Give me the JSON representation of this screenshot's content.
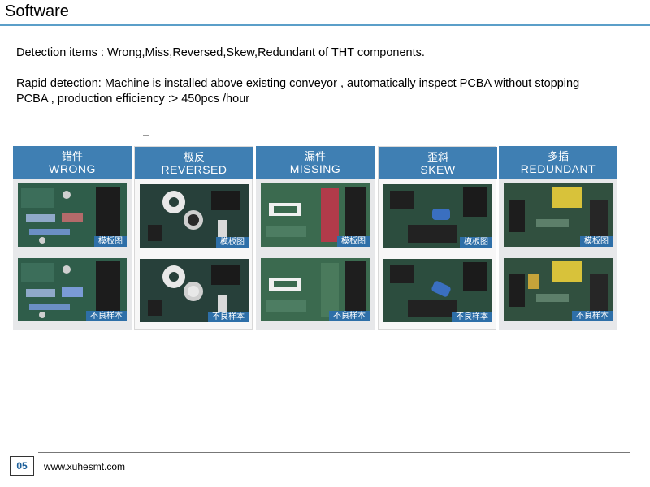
{
  "page": {
    "title": "Software"
  },
  "content": {
    "line1": "Detection items : Wrong,Miss,Reversed,Skew,Redundant of THT components.",
    "line2": "Rapid detection: Machine is installed above existing conveyor , automatically inspect PCBA without stopping PCBA , production efficiency :> 450pcs /hour"
  },
  "samples": [
    {
      "cn": "错件",
      "en": "WRONG",
      "top_tag": "模板图",
      "bottom_tag": "不良样本"
    },
    {
      "cn": "极反",
      "en": "REVERSED",
      "top_tag": "模板图",
      "bottom_tag": "不良样本"
    },
    {
      "cn": "漏件",
      "en": "MISSING",
      "top_tag": "模板图",
      "bottom_tag": "不良样本"
    },
    {
      "cn": "歪斜",
      "en": "SKEW",
      "top_tag": "模板图",
      "bottom_tag": "不良样本"
    },
    {
      "cn": "多插",
      "en": "REDUNDANT",
      "top_tag": "模板图",
      "bottom_tag": "不良样本"
    }
  ],
  "footer": {
    "page_number": "05",
    "website": "www.xuhesmt.com"
  }
}
